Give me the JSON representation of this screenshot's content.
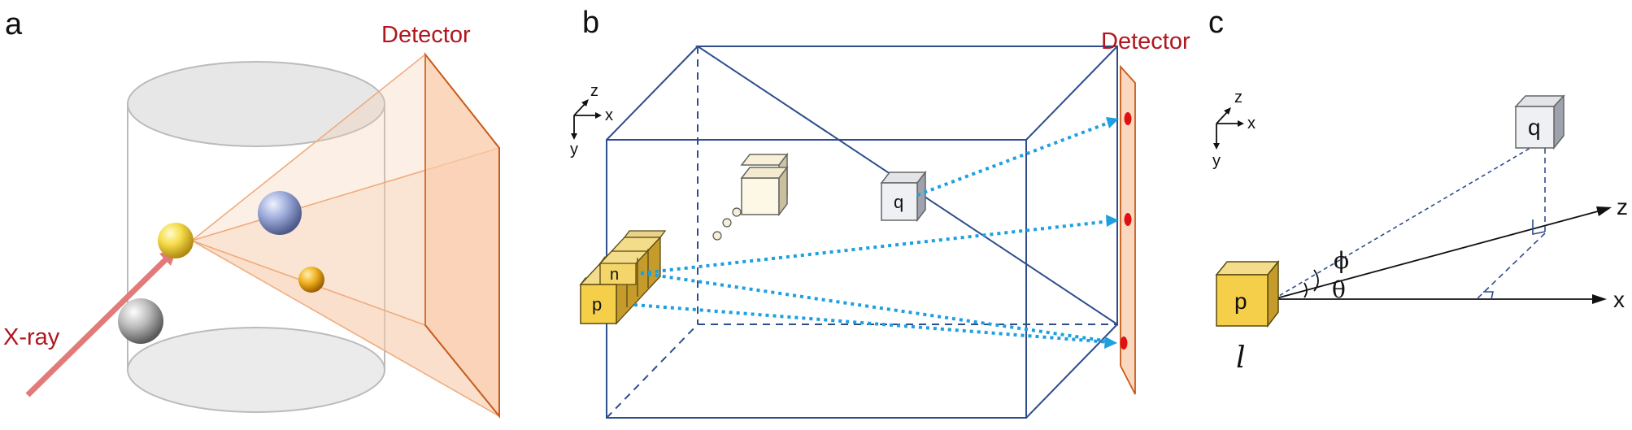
{
  "panel_a": {
    "label": "a",
    "detector_label": "Detector",
    "xray_label": "X-ray"
  },
  "panel_b": {
    "label": "b",
    "detector_label": "Detector",
    "axis_z": "z",
    "axis_x": "x",
    "axis_y": "y",
    "cube_p": "p",
    "cube_n": "n",
    "cube_q": "q"
  },
  "panel_c": {
    "label": "c",
    "axis_z": "z",
    "axis_x": "x",
    "axis_y": "y",
    "cube_p": "p",
    "cube_q": "q",
    "lab_z": "z",
    "lab_x": "x",
    "phi": "ϕ",
    "theta": "θ",
    "l_label": "l"
  },
  "colors": {
    "detector_red": "#b0171f",
    "dotted_blue": "#1ea0e0",
    "box_blue": "#2e4d8c",
    "cube_yellow": "#f5c84a"
  }
}
